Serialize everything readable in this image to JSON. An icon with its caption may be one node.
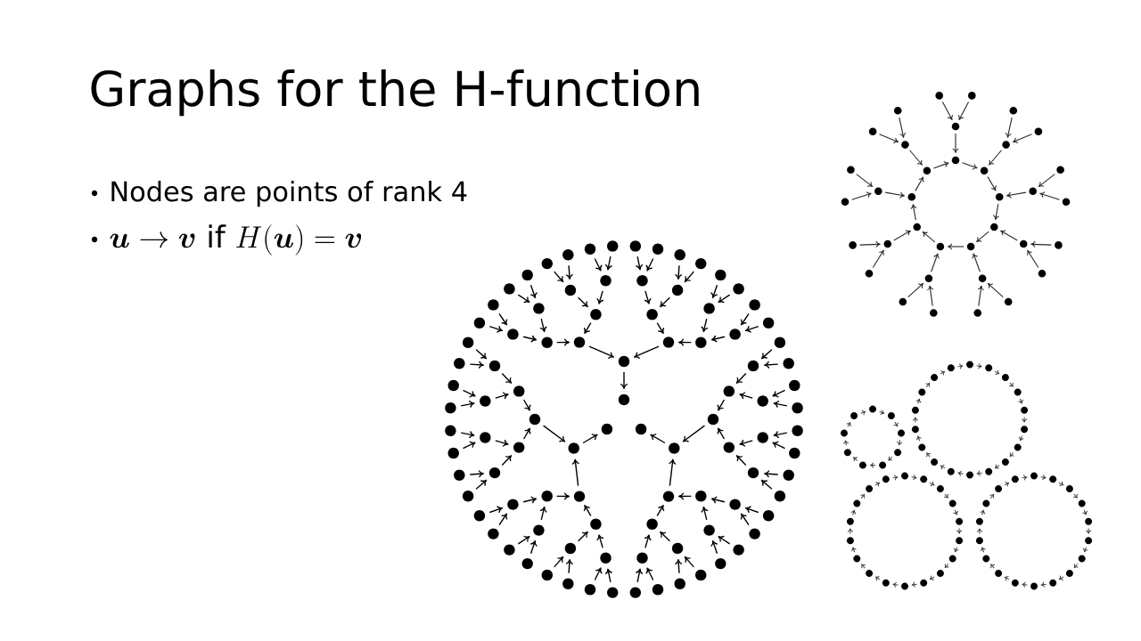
{
  "diagram": {
    "title": "Graphs for the H-function",
    "labels": [
      "Nodes are points of rank 4",
      "\\boldsymbol{u} \\to \\boldsymbol{v} \\text{ if } H(\\boldsymbol{u}) = \\boldsymbol{v}"
    ]
  }
}
